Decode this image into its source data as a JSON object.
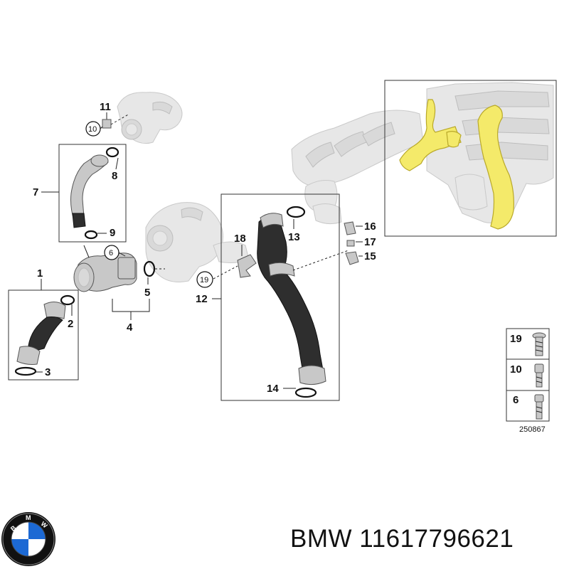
{
  "callouts": {
    "n1": "1",
    "n2": "2",
    "n3": "3",
    "n4": "4",
    "n5": "5",
    "n6": "6",
    "n7": "7",
    "n8": "8",
    "n9": "9",
    "n10": "10",
    "n11": "11",
    "n12": "12",
    "n13": "13",
    "n14": "14",
    "n15": "15",
    "n16": "16",
    "n17": "17",
    "n18": "18",
    "n19": "19"
  },
  "fastener_legend": {
    "items": [
      {
        "number": "19"
      },
      {
        "number": "10"
      },
      {
        "number": "6"
      }
    ],
    "diagram_id": "250867"
  },
  "logo": {
    "name": "bmw-roundel",
    "letters": "BMW",
    "colors": {
      "blue": "#1c69d4",
      "ring": "#111111"
    }
  },
  "part": {
    "brand": "BMW",
    "number": "11617796621"
  },
  "colors": {
    "highlight": "#f4ea6a",
    "hose": "#2e2e2e"
  }
}
